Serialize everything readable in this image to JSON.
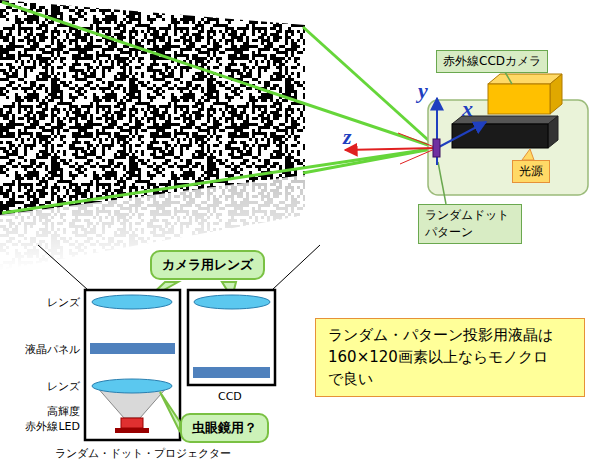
{
  "diagram": {
    "nodes": [
      {
        "text": [
          "赤外線CCDカメラ"
        ]
      },
      {
        "text": [
          "光源"
        ]
      },
      {
        "text": [
          "ランダムドット パターン"
        ]
      },
      {
        "text": [
          "カメラ用レンズ"
        ]
      },
      {
        "text": [
          "虫眼鏡用？"
        ]
      },
      {
        "text": [
          "ランダム・パターン投影用液晶は 160×120画素以上ならモノクロ で良い"
        ]
      }
    ],
    "labels": [
      "y",
      "x",
      "z",
      "レンズ",
      "液晶パネル",
      "レンズ",
      "高輝度 赤外線LED",
      "CCD",
      "ランダム・ドット・プロジェクター"
    ]
  }
}
